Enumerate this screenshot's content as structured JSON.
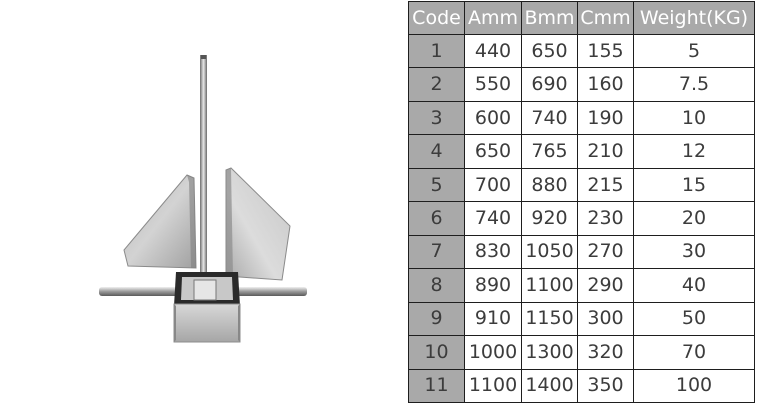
{
  "table": {
    "headers": [
      "Code",
      "Amm",
      "Bmm",
      "Cmm",
      "Weight(KG)"
    ],
    "rows": [
      [
        "1",
        "440",
        "650",
        "155",
        "5"
      ],
      [
        "2",
        "550",
        "690",
        "160",
        "7.5"
      ],
      [
        "3",
        "600",
        "740",
        "190",
        "10"
      ],
      [
        "4",
        "650",
        "765",
        "210",
        "12"
      ],
      [
        "5",
        "700",
        "880",
        "215",
        "15"
      ],
      [
        "6",
        "740",
        "920",
        "230",
        "20"
      ],
      [
        "7",
        "830",
        "1050",
        "270",
        "30"
      ],
      [
        "8",
        "890",
        "1100",
        "290",
        "40"
      ],
      [
        "9",
        "910",
        "1150",
        "300",
        "50"
      ],
      [
        "10",
        "1000",
        "1300",
        "320",
        "70"
      ],
      [
        "11",
        "1100",
        "1400",
        "350",
        "100"
      ]
    ]
  },
  "colors": {
    "header_bg": "#a9a9a9",
    "header_text": "#ffffff",
    "cell_text": "#3c3c3c",
    "border": "#1e1e1e"
  }
}
